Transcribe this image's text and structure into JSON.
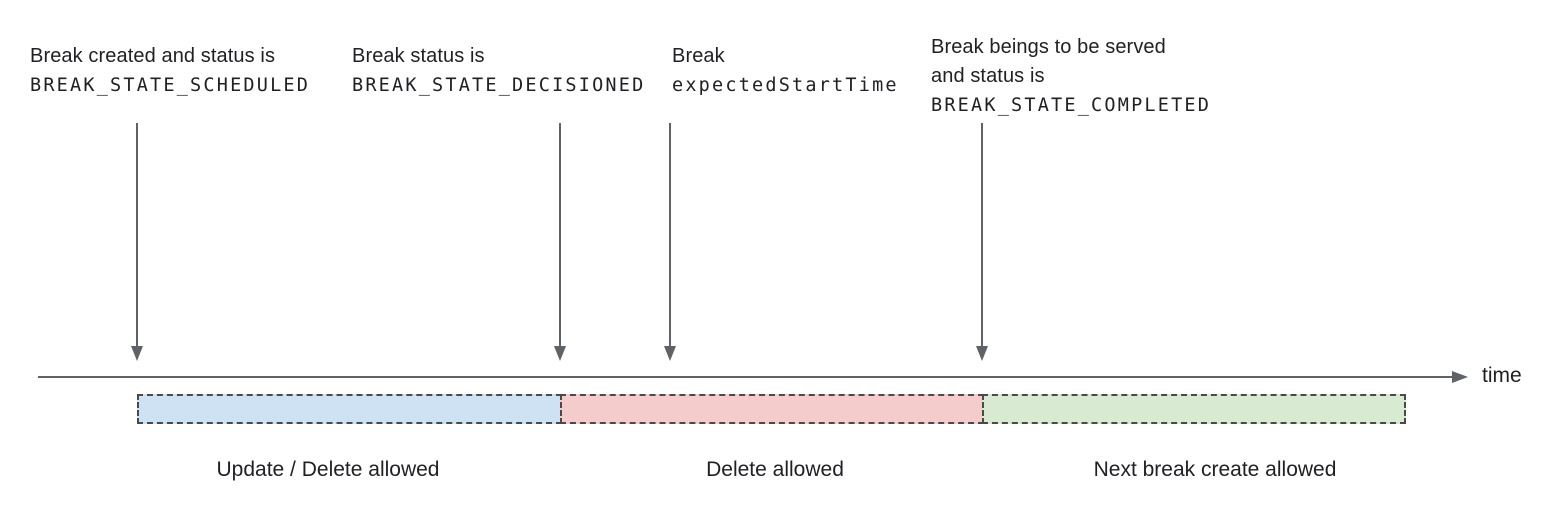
{
  "diagram": {
    "axis_label": "time",
    "colors": {
      "segment_blue": "#cfe2f3",
      "segment_red": "#f4cccc",
      "segment_green": "#d9ead3",
      "dash_border": "#4a4a4a",
      "arrow": "#5f6368",
      "text": "#202124"
    }
  },
  "annotations": [
    {
      "text_lines": [
        "Break created and status is"
      ],
      "code": "BREAK_STATE_SCHEDULED"
    },
    {
      "text_lines": [
        "Break status is"
      ],
      "code": "BREAK_STATE_DECISIONED"
    },
    {
      "text_lines": [
        "Break"
      ],
      "code": "expectedStartTime"
    },
    {
      "text_lines": [
        "Break beings to be served",
        "and status is"
      ],
      "code": "BREAK_STATE_COMPLETED"
    }
  ],
  "segments": [
    {
      "label": "Update / Delete allowed",
      "color": "#cfe2f3"
    },
    {
      "label": "Delete allowed",
      "color": "#f4cccc"
    },
    {
      "label": "Next break create allowed",
      "color": "#d9ead3"
    }
  ]
}
